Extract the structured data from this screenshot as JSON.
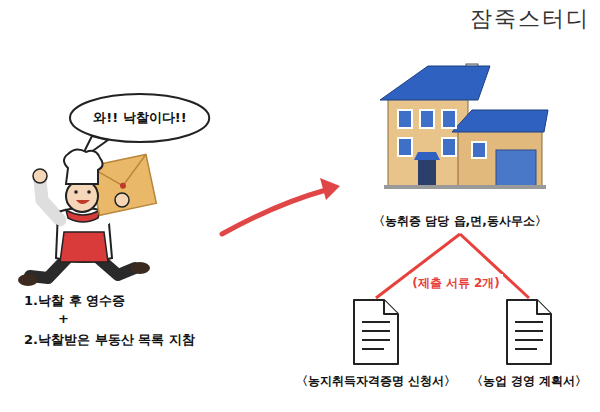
{
  "diagram": {
    "nodes": [
      {
        "text": [
          "와!! 낙찰이다!!"
        ]
      },
      {
        "text": [
          "〈농취증 담당 읍,면,동사무소〉"
        ]
      },
      {
        "text": [
          "〈농지취득자격증명 신청서〉"
        ]
      },
      {
        "text": [
          "〈농업 경영 계획서〉"
        ]
      }
    ],
    "edges": [
      {
        "from": 1,
        "to": 2,
        "arrow": "none"
      },
      {
        "from": 1,
        "to": 3,
        "arrow": "none"
      }
    ],
    "labels": [
      "잠죽스터디",
      "1.낙찰 후 영수증",
      "+",
      "2.낙찰받은 부동산 목록 지참",
      "(제출 서류 2개)"
    ]
  }
}
